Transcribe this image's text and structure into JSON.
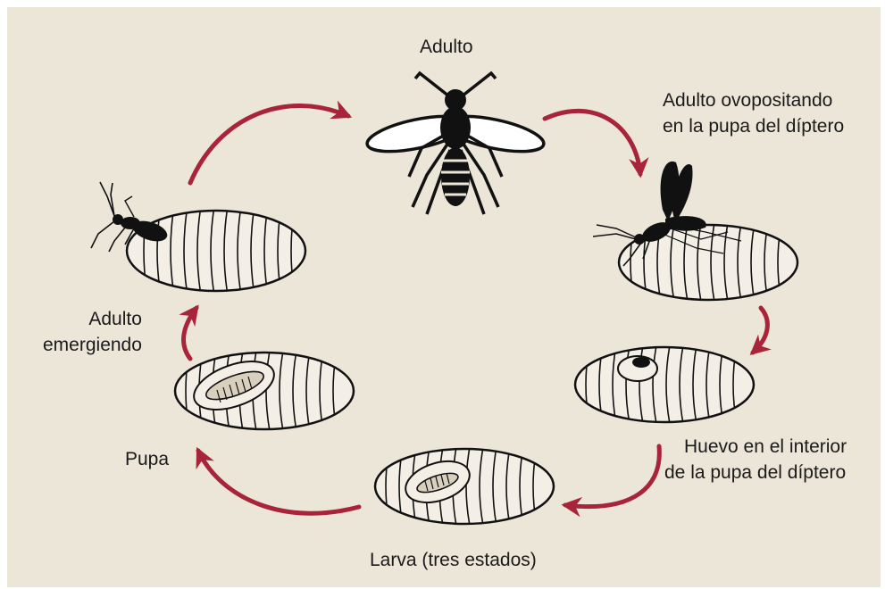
{
  "labels": {
    "adult": "Adulto",
    "ovipositing": [
      "Adulto ovopositando",
      "en la pupa del díptero"
    ],
    "egg": [
      "Huevo en el interior",
      "de la pupa del díptero"
    ],
    "larva": "Larva (tres estados)",
    "pupa": "Pupa",
    "emerging": [
      "Adulto",
      "emergiendo"
    ]
  },
  "colors": {
    "background": "#ece6d9",
    "arrow": "#a8243a",
    "ink": "#111111",
    "cocoon_fill": "#f4efe6"
  }
}
